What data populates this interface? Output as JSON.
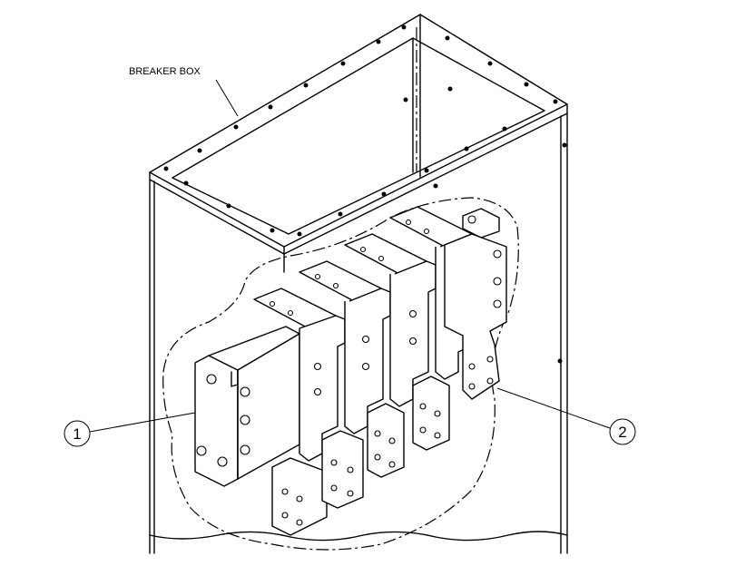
{
  "labels": {
    "breaker_box": "BREAKER BOX"
  },
  "callouts": [
    {
      "number": "1"
    },
    {
      "number": "2"
    }
  ]
}
